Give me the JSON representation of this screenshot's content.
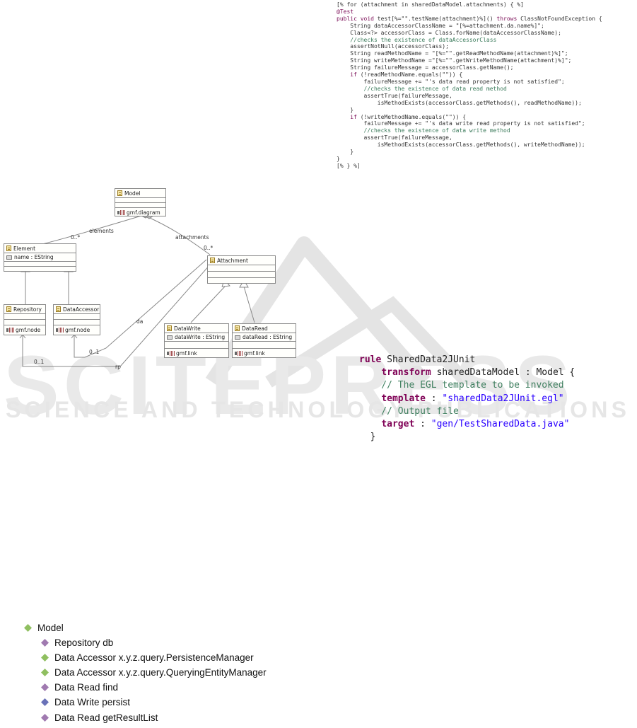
{
  "code_lines": [
    [
      [
        "d",
        "[% for (attachment in sharedDataModel.attachments) { %]"
      ]
    ],
    [
      [
        "k",
        "@Test"
      ]
    ],
    [
      [
        "k",
        "public void "
      ],
      [
        "d",
        "test[%=\"\".testName(attachment)%]() "
      ],
      [
        "k",
        "throws "
      ],
      [
        "d",
        "ClassNotFoundException {"
      ]
    ],
    [
      [
        "d",
        "    String dataAccessorClassName = \"[%=attachment.da.name%]\";"
      ]
    ],
    [
      [
        "d",
        "    Class<?> accessorClass = Class.forName(dataAccessorClassName);"
      ]
    ],
    [
      [
        "c",
        "    //checks the existence of dataAccessorClass"
      ]
    ],
    [
      [
        "d",
        "    assertNotNull(accessorClass);"
      ]
    ],
    [
      [
        "d",
        "    String readMethodName = \"[%=\"\".getReadMethodName(attachment)%]\";"
      ]
    ],
    [
      [
        "d",
        "    String writeMethodName =\"[%=\"\".getWriteMethodName(attachment)%]\";"
      ]
    ],
    [
      [
        "d",
        "    String failureMessage = accessorClass.getName();"
      ]
    ],
    [
      [
        "k",
        "    if "
      ],
      [
        "d",
        "(!readMethodName.equals(\"\")) {"
      ]
    ],
    [
      [
        "d",
        "        failureMessage += \"'s data read property is not satisfied\";"
      ]
    ],
    [
      [
        "c",
        "        //checks the existence of data read method"
      ]
    ],
    [
      [
        "d",
        "        assertTrue(failureMessage,"
      ]
    ],
    [
      [
        "d",
        "            isMethodExists(accessorClass.getMethods(), readMethodName));"
      ]
    ],
    [
      [
        "d",
        "    }"
      ]
    ],
    [
      [
        "k",
        "    if "
      ],
      [
        "d",
        "(!writeMethodName.equals(\"\")) {"
      ]
    ],
    [
      [
        "d",
        "        failureMessage += \"'s data write read property is not satisfied\";"
      ]
    ],
    [
      [
        "c",
        "        //checks the existence of data write method"
      ]
    ],
    [
      [
        "d",
        "        assertTrue(failureMessage,"
      ]
    ],
    [
      [
        "d",
        "            isMethodExists(accessorClass.getMethods(), writeMethodName));"
      ]
    ],
    [
      [
        "d",
        "    }"
      ]
    ],
    [
      [
        "d",
        "}"
      ]
    ],
    [
      [
        "d",
        "[% } %]"
      ]
    ]
  ],
  "rule_lines": [
    [
      [
        "kw",
        "rule "
      ],
      [
        "tx",
        "SharedData2JUnit"
      ]
    ],
    [
      [
        "tx",
        "    "
      ],
      [
        "kw",
        "transform "
      ],
      [
        "tx",
        "sharedDataModel : Model {"
      ]
    ],
    [
      [
        "cm",
        "    // The EGL template to be invoked"
      ]
    ],
    [
      [
        "tx",
        "    "
      ],
      [
        "kw",
        "template"
      ],
      [
        "tx",
        " : "
      ],
      [
        "st",
        "\"sharedData2JUnit.egl\""
      ]
    ],
    [
      [
        "cm",
        "    // Output file"
      ]
    ],
    [
      [
        "tx",
        "    "
      ],
      [
        "kw",
        "target"
      ],
      [
        "tx",
        " : "
      ],
      [
        "st",
        "\"gen/TestSharedData.java\""
      ]
    ],
    [
      [
        "tx",
        "  }"
      ]
    ]
  ],
  "uml": {
    "model": {
      "name": "Model",
      "annotation": "gmf.diagram"
    },
    "element": {
      "name": "Element",
      "attribute": "name : EString"
    },
    "attachment": {
      "name": "Attachment"
    },
    "repository": {
      "name": "Repository",
      "annotation": "gmf.node"
    },
    "dataaccessor": {
      "name": "DataAccessor",
      "annotation": "gmf.node"
    },
    "datawrite": {
      "name": "DataWrite",
      "attribute": "dataWrite : EString",
      "annotation": "gmf.link"
    },
    "dataread": {
      "name": "DataRead",
      "attribute": "dataRead : EString",
      "annotation": "gmf.link"
    },
    "edges": {
      "elements": "elements",
      "elements_mult": "0..*",
      "attachments": "attachments",
      "attachments_mult": "0..*",
      "da": "da",
      "da_mult": "0..1",
      "rp": "rp",
      "rp_mult": "0..1"
    }
  },
  "tree": {
    "root": "Model",
    "root_color": "#8fbf60",
    "items": [
      {
        "label": "Repository db",
        "color": "#a07ab0"
      },
      {
        "label": "Data Accessor x.y.z.query.PersistenceManager",
        "color": "#8fbf60"
      },
      {
        "label": "Data Accessor x.y.z.query.QueryingEntityManager",
        "color": "#8fbf60"
      },
      {
        "label": "Data Read find",
        "color": "#a07ab0"
      },
      {
        "label": "Data Write persist",
        "color": "#6a72b8"
      },
      {
        "label": "Data Read getResultList",
        "color": "#a07ab0"
      }
    ]
  },
  "watermark_colors": {
    "fill": "#e6e6e6"
  }
}
